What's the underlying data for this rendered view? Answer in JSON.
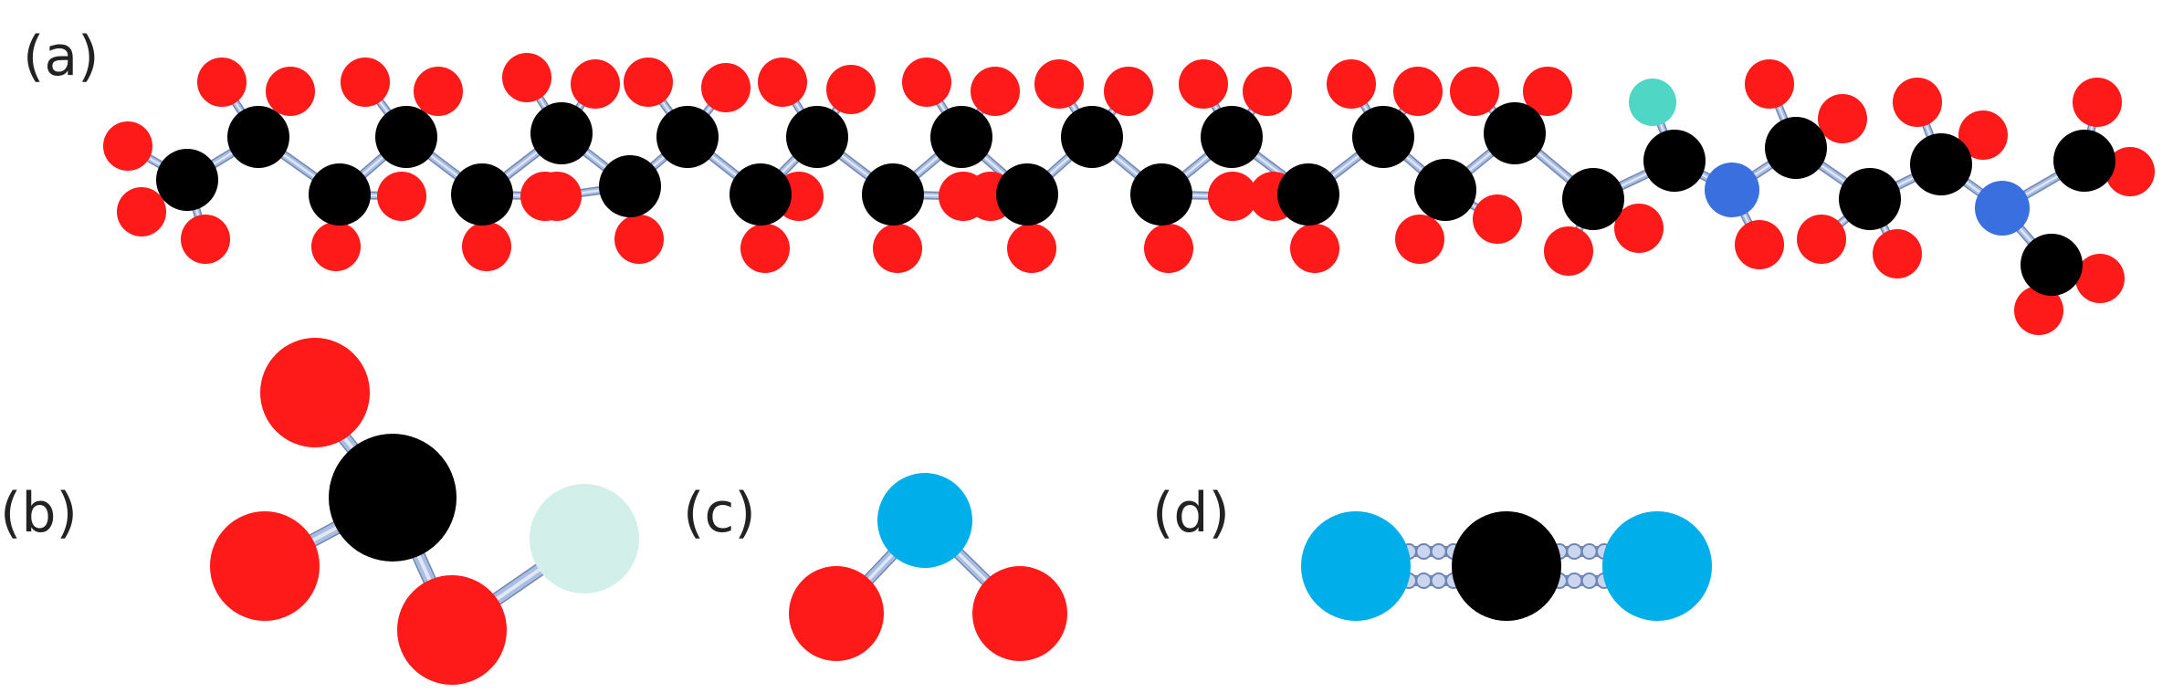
{
  "panels": [
    {
      "id": "a",
      "label": "(a)"
    },
    {
      "id": "b",
      "label": "(b)"
    },
    {
      "id": "c",
      "label": "(c)"
    },
    {
      "id": "d",
      "label": "(d)"
    }
  ],
  "colors": {
    "carbon": "#000000",
    "oxygen": "#ff1a1a",
    "nitrogen": "#3a6fe0",
    "hydrogen": "#4fd6c4",
    "hydrogen_light": "#d3efe9",
    "sulfur_blue": "#00aeea",
    "bond": "#a9bde0",
    "bond_edge": "#6f86b5"
  }
}
